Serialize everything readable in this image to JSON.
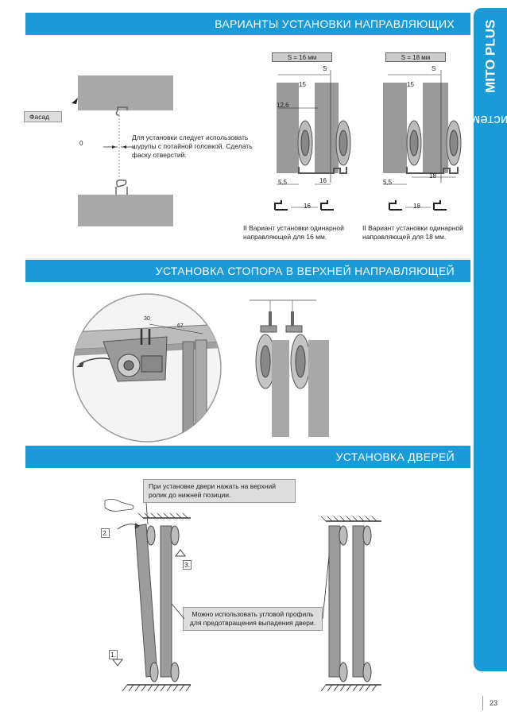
{
  "sidebar": {
    "label_prefix": "Система ",
    "label_brand": "MITO PLUS"
  },
  "page_number": "23",
  "section1": {
    "title": "ВАРИАНТЫ УСТАНОВКИ НАПРАВЛЯЮЩИХ",
    "facade_label": "Фасад",
    "gap_value": "0",
    "note": "Для установки следует использовать шурупы с потайной головкой. Сделать фаску отверстий.",
    "variant16": {
      "header": "S = 16 мм",
      "s": "S",
      "dim_15": "15",
      "dim_126": "12,6",
      "dim_55": "5,5",
      "dim_16": "16",
      "profile_dim": "16",
      "caption": "II Вариант установки одинарной направляющей для 16 мм."
    },
    "variant18": {
      "header": "S = 18 мм",
      "s": "S",
      "dim_15": "15",
      "dim_55": "5,5",
      "dim_18": "18",
      "profile_dim": "18",
      "caption": "II Вариант установки одинарной направляющей для 18 мм."
    }
  },
  "section2": {
    "title": "УСТАНОВКА СТОПОРА В ВЕРХНЕЙ НАПРАВЛЯЮЩЕЙ",
    "dim_30": "30",
    "dim_67": "67"
  },
  "section3": {
    "title": "УСТАНОВКА ДВЕРЕЙ",
    "note_top": "При установке двери нажать на верхний ролик до нижней позиции.",
    "note_mid": "Можно использовать угловой профиль для предотвращения выпадения двери.",
    "step1": "1.",
    "step2": "2.",
    "step3": "3."
  }
}
